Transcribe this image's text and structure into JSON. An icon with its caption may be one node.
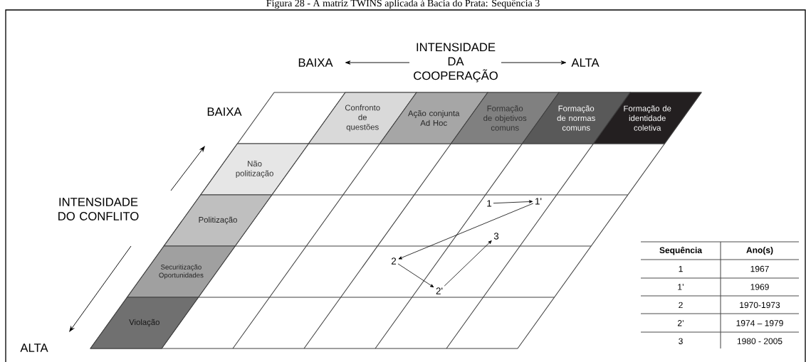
{
  "diagram": {
    "title": "Figura 28 - A matriz TWINS aplicada à Bacia do Prata: Sequência 3",
    "nodes": [
      {
        "text": [
          "Confronto de questões"
        ]
      },
      {
        "text": [
          "Ação conjunta Ad Hoc"
        ]
      },
      {
        "text": [
          "Formação de objetivos comuns"
        ]
      },
      {
        "text": [
          "Formação de normas comuns"
        ]
      },
      {
        "text": [
          "Formação de identidade coletiva"
        ]
      },
      {
        "text": [
          "Não politização"
        ]
      },
      {
        "text": [
          "Politização"
        ]
      },
      {
        "text": [
          "Securitização Oportunidades"
        ]
      },
      {
        "text": [
          "Violação"
        ]
      },
      {
        "text": [
          "1"
        ]
      },
      {
        "text": [
          "1'"
        ]
      },
      {
        "text": [
          "3"
        ]
      },
      {
        "text": [
          "2"
        ]
      },
      {
        "text": [
          "2'"
        ]
      }
    ],
    "edges": [
      {
        "from": 9,
        "to": 10,
        "arrow": "to"
      },
      {
        "from": 10,
        "to": 12,
        "arrow": "to"
      },
      {
        "from": 12,
        "to": 13,
        "arrow": "to"
      },
      {
        "from": 13,
        "to": 11,
        "arrow": "to"
      }
    ],
    "labels": [
      "BAIXA",
      "INTENSIDADE DA COOPERAÇÃO",
      "ALTA",
      "BAIXA",
      "INTENSIDADE DO CONFLITO",
      "ALTA",
      "Sequência",
      "Ano(s)",
      "1",
      "1967",
      "1’",
      "1969",
      "2",
      "1970-1973",
      "2’",
      "1974 – 1979",
      "3",
      "1980 - 2005"
    ]
  }
}
